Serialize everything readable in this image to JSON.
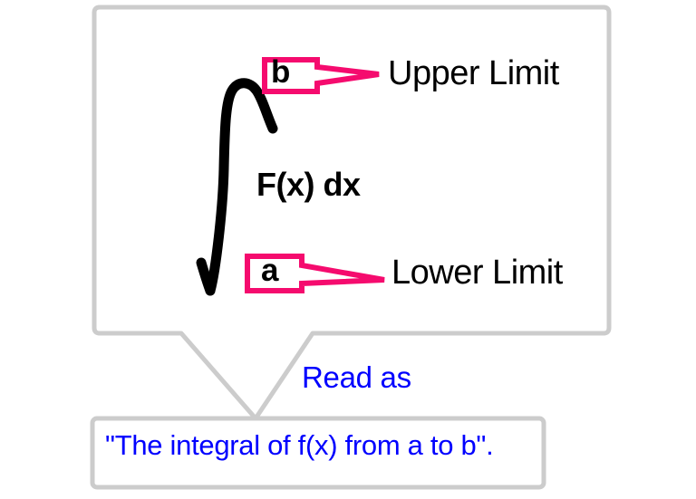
{
  "diagram": {
    "title_concept": "Definite Integral Notation",
    "colors": {
      "callout_border": "#CCCCCC",
      "callout_fill": "#FFFFFF",
      "tag_pink": "#F50B6E",
      "text_black": "#000000",
      "text_blue": "#0000FF",
      "background": "#FFFFFF"
    },
    "main_callout": {
      "integral_symbol": "∫",
      "integrand": "F(x) dx",
      "upper_bound": {
        "value": "b",
        "annotation": "Upper Limit",
        "tag_color": "#F50B6E"
      },
      "lower_bound": {
        "value": "a",
        "annotation": "Lower Limit",
        "tag_color": "#F50B6E"
      }
    },
    "connector_label": "Read as",
    "reading_callout": {
      "text": "\"The integral of f(x) from a to b\"."
    }
  }
}
